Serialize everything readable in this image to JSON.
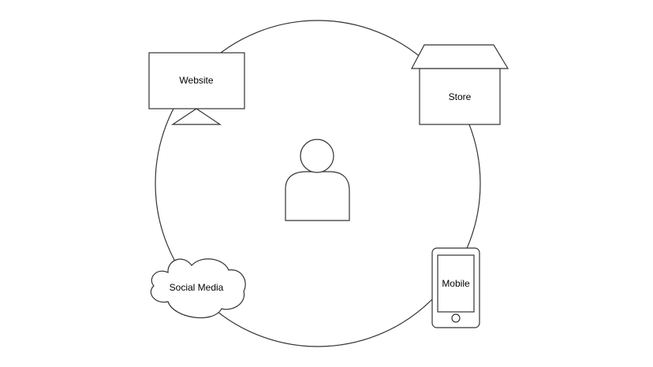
{
  "diagram": {
    "nodes": {
      "website": {
        "label": "Website",
        "icon": "monitor-icon"
      },
      "store": {
        "label": "Store",
        "icon": "store-icon"
      },
      "social_media": {
        "label": "Social Media",
        "icon": "cloud-icon"
      },
      "mobile": {
        "label": "Mobile",
        "icon": "smartphone-icon"
      },
      "customer": {
        "icon": "person-icon"
      }
    },
    "colors": {
      "stroke": "#333333",
      "fill": "#ffffff",
      "text": "#000000"
    }
  }
}
